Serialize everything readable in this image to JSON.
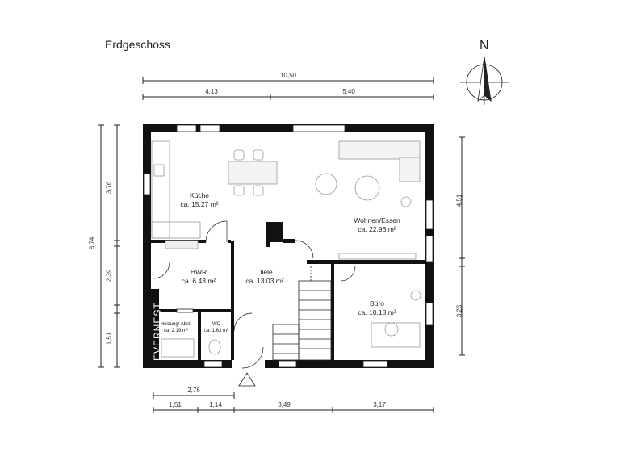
{
  "title": "Erdgeschoss",
  "north": "N",
  "brand": "EVERNEST",
  "rooms": {
    "kueche": {
      "name": "Küche",
      "area": "ca. 15.27 m²"
    },
    "wohnen": {
      "name": "Wohnen/Essen",
      "area": "ca. 22.96 m²"
    },
    "hwr": {
      "name": "HWR",
      "area": "ca. 6.43 m²"
    },
    "diele": {
      "name": "Diele",
      "area": "ca. 13.03 m²"
    },
    "buero": {
      "name": "Büro",
      "area": "ca. 10.13 m²"
    },
    "heizung": {
      "name": "Heizung/ Abst.",
      "area": "ca. 2.19 m²"
    },
    "wc": {
      "name": "WC",
      "area": "ca. 1.63 m²"
    }
  },
  "dimensions": {
    "top_total": "10,50",
    "top_left": "4,13",
    "top_right": "5,40",
    "left_total": "8,74",
    "left_1": "3,76",
    "left_2": "2,39",
    "left_3": "1,51",
    "right_1": "4,51",
    "right_2": "3,26",
    "bottom_total": "2,76",
    "bottom_1": "1,51",
    "bottom_2": "1,14",
    "bottom_3": "3,49",
    "bottom_4": "3,17"
  }
}
